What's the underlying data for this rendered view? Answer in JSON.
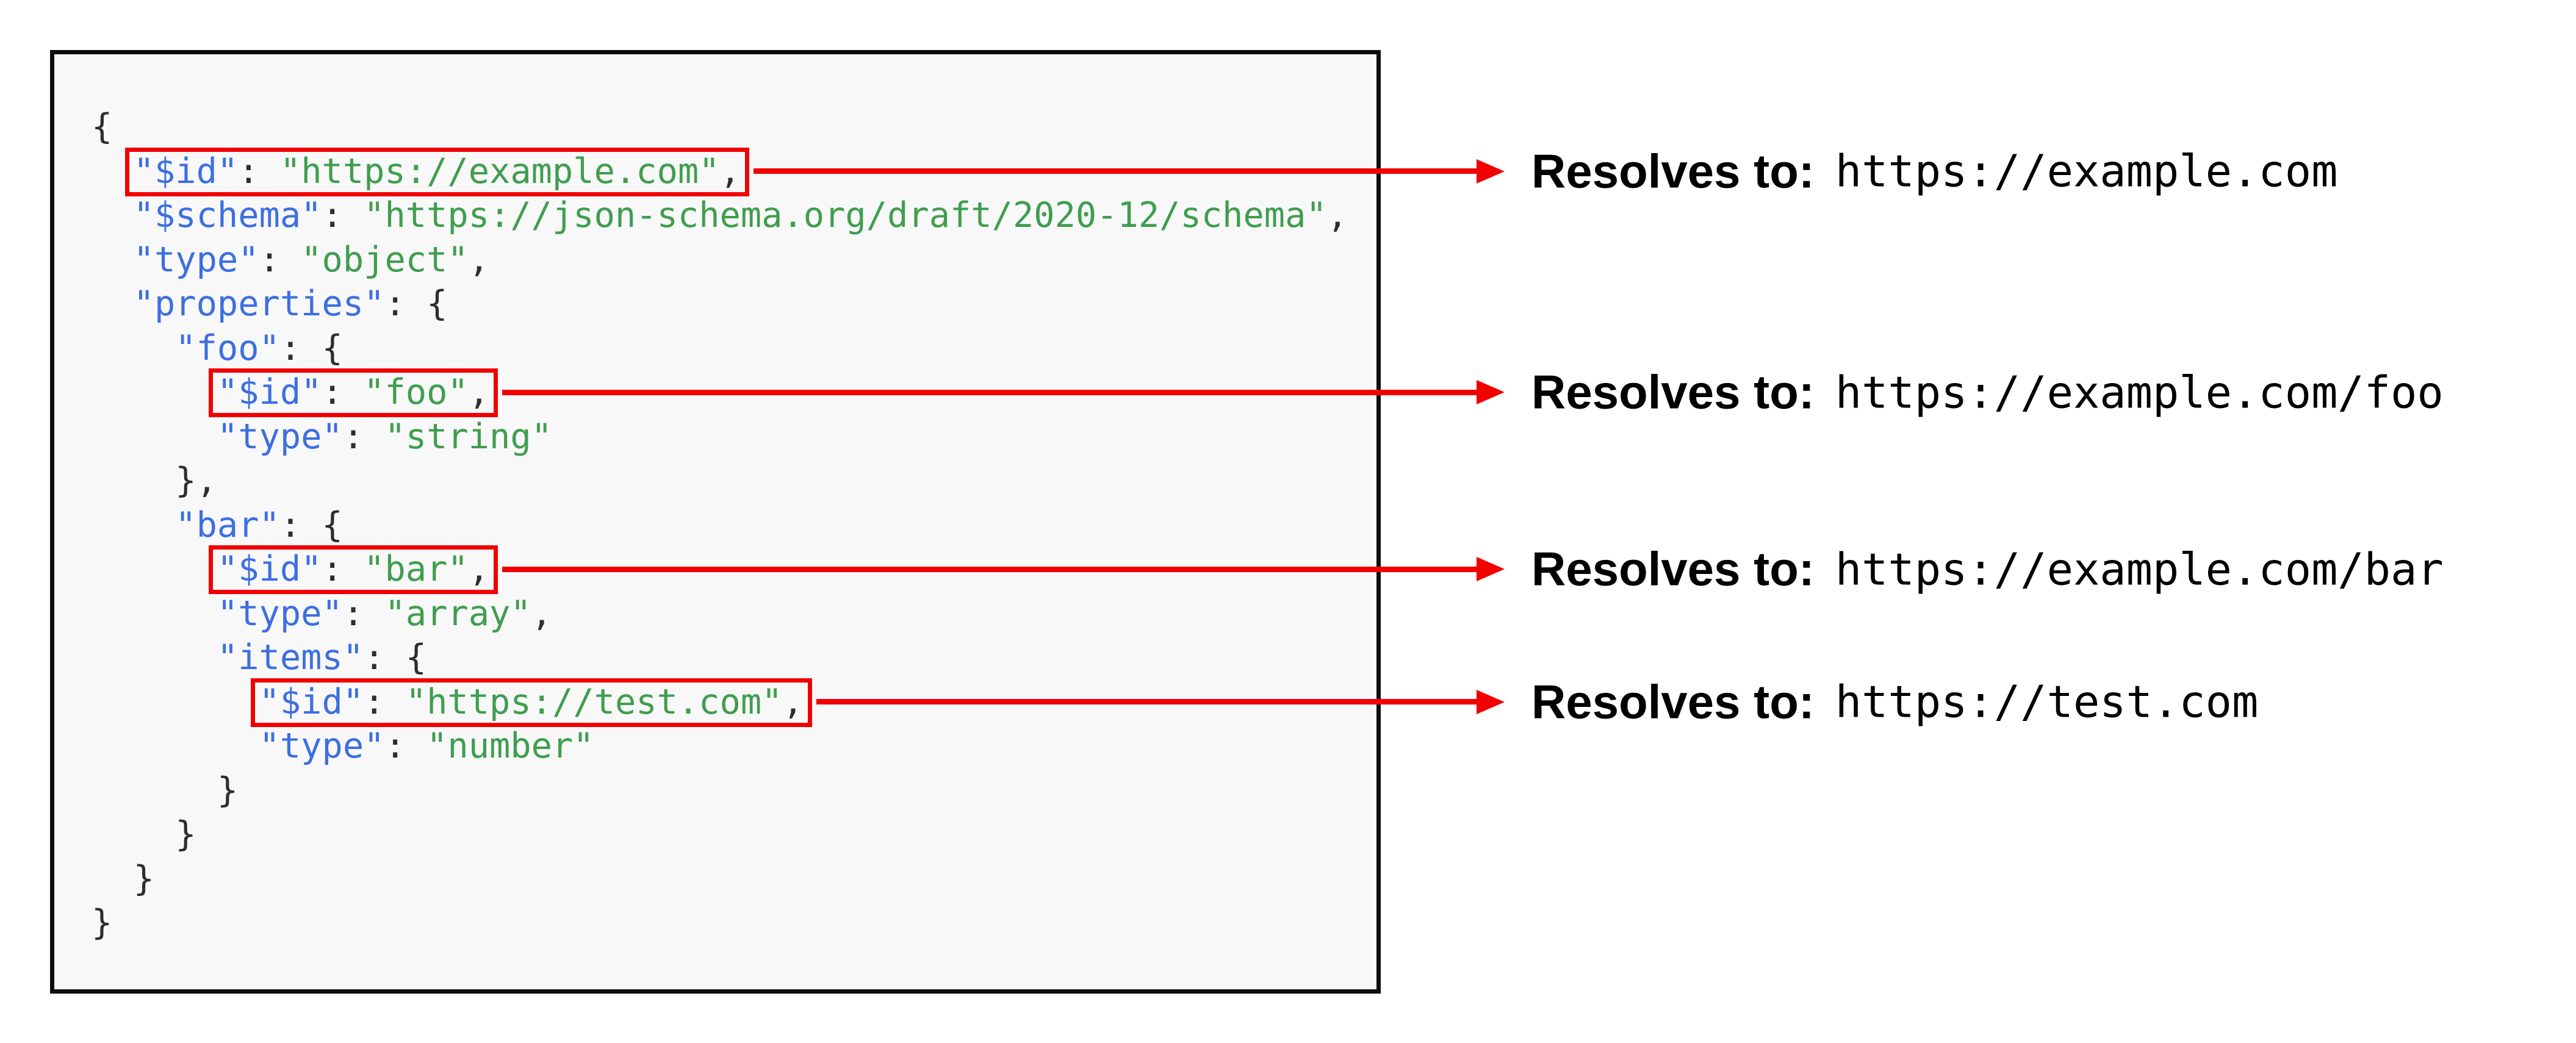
{
  "colors": {
    "key": "#3c6fe1",
    "string": "#3f9e4e",
    "punct": "#2b2d30",
    "highlight": "#f20000",
    "panel_bg": "#f8f8f9",
    "panel_border": "#0d0d0d",
    "annotation_text": "#000000"
  },
  "code": {
    "lines": [
      {
        "pre": "",
        "tokens": [
          {
            "type": "punct",
            "text": "{"
          }
        ]
      },
      {
        "pre": "  ",
        "highlight": true,
        "tokens": [
          {
            "type": "key",
            "text": "\"$id\""
          },
          {
            "type": "punct",
            "text": ": "
          },
          {
            "type": "string",
            "text": "\"https://example.com\""
          },
          {
            "type": "punct",
            "text": ","
          }
        ]
      },
      {
        "pre": "  ",
        "tokens": [
          {
            "type": "key",
            "text": "\"$schema\""
          },
          {
            "type": "punct",
            "text": ": "
          },
          {
            "type": "string",
            "text": "\"https://json-schema.org/draft/2020-12/schema\""
          },
          {
            "type": "punct",
            "text": ","
          }
        ]
      },
      {
        "pre": "  ",
        "tokens": [
          {
            "type": "key",
            "text": "\"type\""
          },
          {
            "type": "punct",
            "text": ": "
          },
          {
            "type": "string",
            "text": "\"object\""
          },
          {
            "type": "punct",
            "text": ","
          }
        ]
      },
      {
        "pre": "  ",
        "tokens": [
          {
            "type": "key",
            "text": "\"properties\""
          },
          {
            "type": "punct",
            "text": ": {"
          }
        ]
      },
      {
        "pre": "    ",
        "tokens": [
          {
            "type": "key",
            "text": "\"foo\""
          },
          {
            "type": "punct",
            "text": ": {"
          }
        ]
      },
      {
        "pre": "      ",
        "highlight": true,
        "tokens": [
          {
            "type": "key",
            "text": "\"$id\""
          },
          {
            "type": "punct",
            "text": ": "
          },
          {
            "type": "string",
            "text": "\"foo\""
          },
          {
            "type": "punct",
            "text": ","
          }
        ]
      },
      {
        "pre": "      ",
        "tokens": [
          {
            "type": "key",
            "text": "\"type\""
          },
          {
            "type": "punct",
            "text": ": "
          },
          {
            "type": "string",
            "text": "\"string\""
          }
        ]
      },
      {
        "pre": "    ",
        "tokens": [
          {
            "type": "punct",
            "text": "},"
          }
        ]
      },
      {
        "pre": "    ",
        "tokens": [
          {
            "type": "key",
            "text": "\"bar\""
          },
          {
            "type": "punct",
            "text": ": {"
          }
        ]
      },
      {
        "pre": "      ",
        "highlight": true,
        "tokens": [
          {
            "type": "key",
            "text": "\"$id\""
          },
          {
            "type": "punct",
            "text": ": "
          },
          {
            "type": "string",
            "text": "\"bar\""
          },
          {
            "type": "punct",
            "text": ","
          }
        ]
      },
      {
        "pre": "      ",
        "tokens": [
          {
            "type": "key",
            "text": "\"type\""
          },
          {
            "type": "punct",
            "text": ": "
          },
          {
            "type": "string",
            "text": "\"array\""
          },
          {
            "type": "punct",
            "text": ","
          }
        ]
      },
      {
        "pre": "      ",
        "tokens": [
          {
            "type": "key",
            "text": "\"items\""
          },
          {
            "type": "punct",
            "text": ": {"
          }
        ]
      },
      {
        "pre": "        ",
        "highlight": true,
        "tokens": [
          {
            "type": "key",
            "text": "\"$id\""
          },
          {
            "type": "punct",
            "text": ": "
          },
          {
            "type": "string",
            "text": "\"https://test.com\""
          },
          {
            "type": "punct",
            "text": ","
          }
        ]
      },
      {
        "pre": "        ",
        "tokens": [
          {
            "type": "key",
            "text": "\"type\""
          },
          {
            "type": "punct",
            "text": ": "
          },
          {
            "type": "string",
            "text": "\"number\""
          }
        ]
      },
      {
        "pre": "      ",
        "tokens": [
          {
            "type": "punct",
            "text": "}"
          }
        ]
      },
      {
        "pre": "    ",
        "tokens": [
          {
            "type": "punct",
            "text": "}"
          }
        ]
      },
      {
        "pre": "  ",
        "tokens": [
          {
            "type": "punct",
            "text": "}"
          }
        ]
      },
      {
        "pre": "",
        "tokens": [
          {
            "type": "punct",
            "text": "}"
          }
        ]
      }
    ]
  },
  "annotations": [
    {
      "label": "Resolves to:",
      "value": "https://example.com"
    },
    {
      "label": "Resolves to:",
      "value": "https://example.com/foo"
    },
    {
      "label": "Resolves to:",
      "value": "https://example.com/bar"
    },
    {
      "label": "Resolves to:",
      "value": "https://test.com"
    }
  ]
}
